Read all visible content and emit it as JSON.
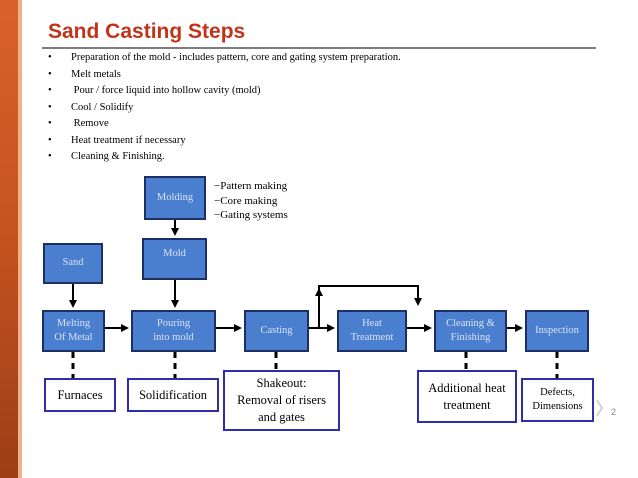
{
  "slide": {
    "title": "Sand Casting Steps",
    "page_number": "2"
  },
  "bullets": [
    "Preparation of the mold - includes pattern, core and gating system preparation.",
    "Melt metals",
    " Pour / force liquid into hollow cavity (mold)",
    "Cool / Solidify",
    " Remove",
    "Heat treatment if necessary",
    "Cleaning & Finishing."
  ],
  "bullet_symbol": "•",
  "diagram": {
    "nodes": {
      "molding": "Molding",
      "mold": "Mold",
      "sand": "Sand",
      "melting": "Melting\nOf Metal",
      "pouring": "Pouring\ninto mold",
      "casting": "Casting",
      "heat": "Heat\nTreatment",
      "cleaning": "Cleaning &\nFinishing",
      "inspection": "Inspection"
    },
    "mold_notes": [
      "−Pattern making",
      "−Core making",
      "−Gating systems"
    ],
    "subnotes": {
      "furnaces": "Furnaces",
      "solidification": "Solidification",
      "shakeout": "Shakeout:\nRemoval of risers\nand gates",
      "additional_heat": "Additional heat\ntreatment",
      "defects": "Defects,\nDimensions"
    }
  },
  "colors": {
    "title": "#c0351a",
    "node_fill": "#4a7ecf",
    "node_border": "#1d2f63",
    "node_text": "#dbe4f4",
    "subnote_border": "#2f2ea8"
  }
}
